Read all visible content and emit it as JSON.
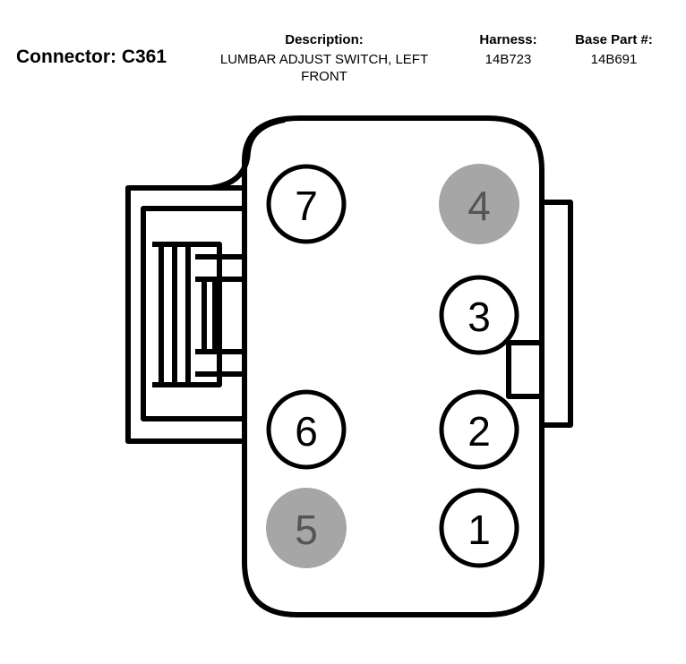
{
  "header": {
    "connector_label": "Connector: C361",
    "description_title": "Description:",
    "description_value": "LUMBAR ADJUST SWITCH, LEFT FRONT",
    "harness_title": "Harness:",
    "harness_value": "14B723",
    "base_part_title": "Base Part #:",
    "base_part_value": "14B691"
  },
  "connector": {
    "colors": {
      "outline": "#000000",
      "unused_pin_fill": "#a6a6a6",
      "unused_pin_text": "#555555",
      "used_pin_fill": "#ffffff"
    },
    "pins": [
      {
        "label": "7",
        "used": true
      },
      {
        "label": "4",
        "used": false
      },
      {
        "label": "3",
        "used": true
      },
      {
        "label": "6",
        "used": true
      },
      {
        "label": "2",
        "used": true
      },
      {
        "label": "5",
        "used": false
      },
      {
        "label": "1",
        "used": true
      }
    ]
  }
}
